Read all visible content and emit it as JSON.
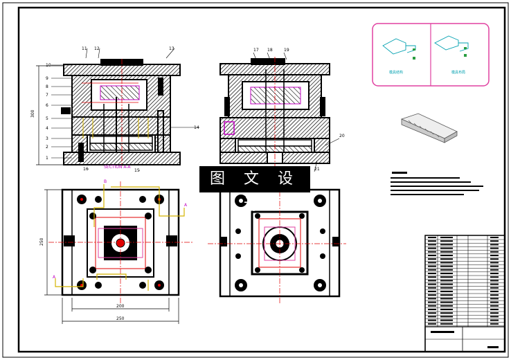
{
  "watermark": "图 文 设 计",
  "section_label": "SECTION A-A",
  "callouts_left": [
    "11",
    "12",
    "13",
    "10",
    "9",
    "8",
    "7",
    "6",
    "5",
    "4",
    "3",
    "2",
    "1",
    "14",
    "16",
    "15"
  ],
  "callouts_right": [
    "17",
    "18",
    "19",
    "20",
    "21"
  ],
  "dims": {
    "height": "300",
    "width_inner": "200",
    "width_outer": "250",
    "depth": "250"
  },
  "view_labels": {
    "left": "A",
    "right": "A",
    "mid": "B"
  },
  "layout_panel_labels": [
    "模具结构",
    "模具布局"
  ],
  "legend_colors": {
    "red": "#e00000",
    "yellow": "#d4b400",
    "magenta": "#e040a0",
    "cyan": "#00a0b0",
    "green": "#2a9d40"
  }
}
